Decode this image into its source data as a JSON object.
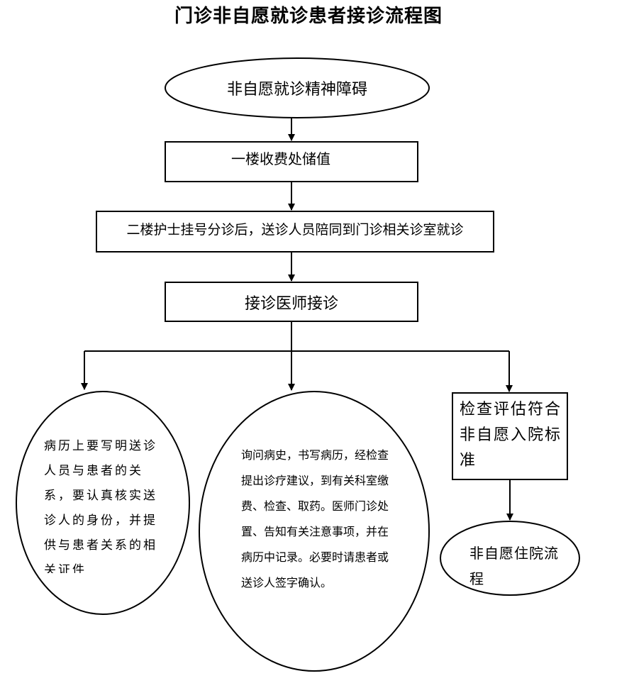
{
  "title": "门诊非自愿就诊患者接诊流程图",
  "nodes": {
    "start": "非自愿就诊精神障碍",
    "step1": "一楼收费处储值",
    "step2": "二楼护士挂号分诊后，送诊人员陪同到门诊相关诊室就诊",
    "step3": "接诊医师接诊",
    "left": "病历上要写明送诊人员与患者的关系，要认真核实送诊人的身份，并提供与患者关系的相关证件",
    "middle": "询问病史，书写病历，经检查提出诊疗建议，到有关科室缴费、检查、取药。医师门诊处置、告知有关注意事项，并在病历中记录。必要时请患者或送诊人签字确认。",
    "right_box": "检查评估符合非自愿入院标准",
    "end": "非自愿住院流程"
  }
}
